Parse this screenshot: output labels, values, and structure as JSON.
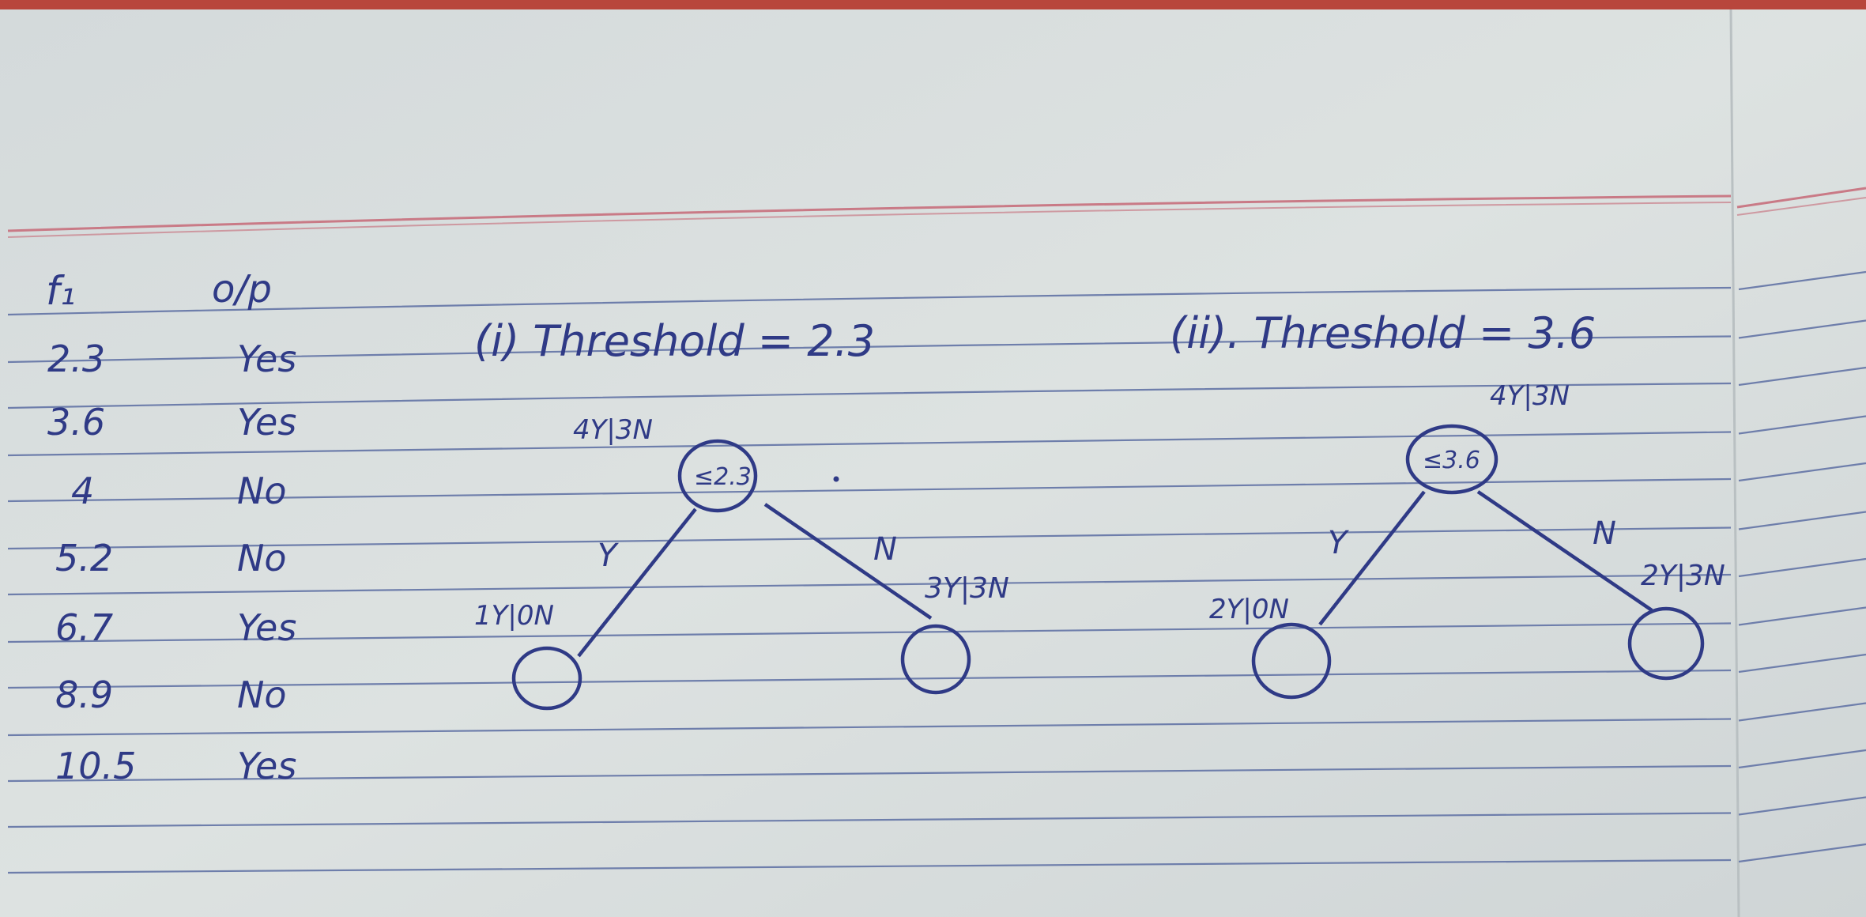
{
  "table": {
    "header": {
      "feature": "f₁",
      "output": "o/p"
    },
    "rows": [
      {
        "f1": "2.3",
        "op": "Yes"
      },
      {
        "f1": "3.6",
        "op": "Yes"
      },
      {
        "f1": "4",
        "op": "No"
      },
      {
        "f1": "5.2",
        "op": "No"
      },
      {
        "f1": "6.7",
        "op": "Yes"
      },
      {
        "f1": "8.9",
        "op": "No"
      },
      {
        "f1": "10.5",
        "op": "Yes"
      }
    ]
  },
  "trees": [
    {
      "title": "(i) Threshold = 2.3",
      "root_label": "≤2.3",
      "root_count": "4Y|3N",
      "left_edge": "Y",
      "right_edge": "N",
      "left_count": "1Y|0N",
      "right_count": "3Y|3N"
    },
    {
      "title": "(ii). Threshold = 3.6",
      "root_label": "≤3.6",
      "root_count": "4Y|3N",
      "left_edge": "Y",
      "right_edge": "N",
      "left_count": "2Y|0N",
      "right_count": "2Y|3N"
    }
  ],
  "colors": {
    "ink": "#2f3a86",
    "paper": "#dfe4e3",
    "rule": "#6b7aa6",
    "margin_red": "#c97a86"
  }
}
